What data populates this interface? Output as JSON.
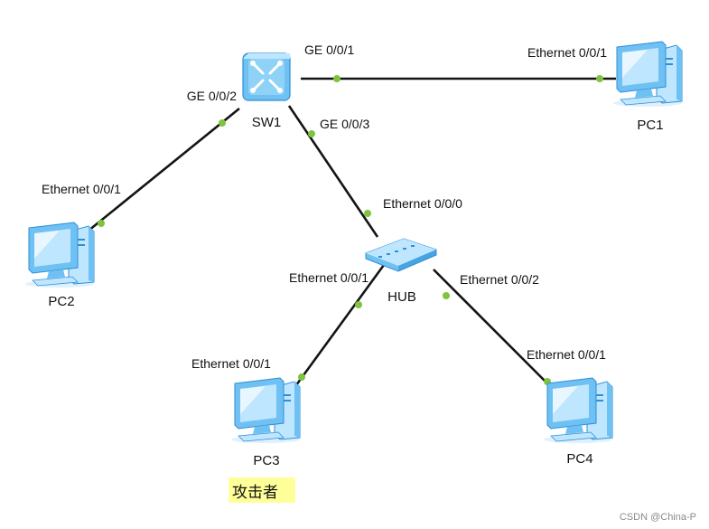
{
  "colors": {
    "link": "#141414",
    "port_dot": "#7ec43c",
    "device_light": "#bfe6ff",
    "device_mid": "#6ec1f2",
    "device_dark": "#2f8fd6",
    "note_bg": "#ffff99"
  },
  "nodes": {
    "sw1": {
      "label": "SW1",
      "icon": "switch-icon"
    },
    "hub": {
      "label": "HUB",
      "icon": "hub-icon"
    },
    "pc1": {
      "label": "PC1",
      "icon": "pc-icon"
    },
    "pc2": {
      "label": "PC2",
      "icon": "pc-icon"
    },
    "pc3": {
      "label": "PC3",
      "icon": "pc-icon"
    },
    "pc4": {
      "label": "PC4",
      "icon": "pc-icon"
    }
  },
  "links": [
    {
      "from": "sw1",
      "from_port": "GE 0/0/1",
      "to": "pc1",
      "to_port": "Ethernet 0/0/1"
    },
    {
      "from": "sw1",
      "from_port": "GE 0/0/2",
      "to": "pc2",
      "to_port": "Ethernet 0/0/1"
    },
    {
      "from": "sw1",
      "from_port": "GE 0/0/3",
      "to": "hub",
      "to_port": "Ethernet 0/0/0"
    },
    {
      "from": "hub",
      "from_port": "Ethernet 0/0/1",
      "to": "pc3",
      "to_port": "Ethernet 0/0/1"
    },
    {
      "from": "hub",
      "from_port": "Ethernet 0/0/2",
      "to": "pc4",
      "to_port": "Ethernet 0/0/1"
    }
  ],
  "annotation": {
    "text": "攻击者"
  },
  "watermark": {
    "text": "CSDN @China-P"
  }
}
